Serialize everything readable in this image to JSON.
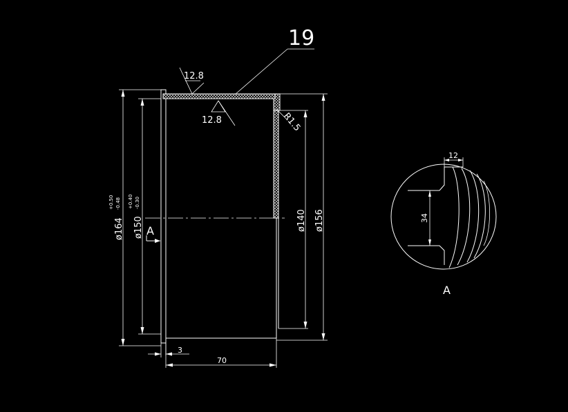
{
  "drawing": {
    "part_number": "19",
    "roughness_top": "12.8",
    "roughness_inner": "12.8",
    "radius_label": "R1.5",
    "dim_outer_diameter": "ø164",
    "dim_outer_tol_upper": "+0.50",
    "dim_outer_tol_lower": "-0.48",
    "dim_bore_diameter": "ø150",
    "dim_bore_tol_upper": "+0.40",
    "dim_bore_tol_lower": "-0.30",
    "dim_inner_diameter": "ø140",
    "dim_flange_diameter": "ø156",
    "dim_flange_thickness": "3",
    "dim_length": "70",
    "section_marker": "A",
    "detail_label": "A",
    "detail_width": "12",
    "detail_height": "34"
  },
  "colors": {
    "background": "#000000",
    "lines": "#ffffff"
  }
}
